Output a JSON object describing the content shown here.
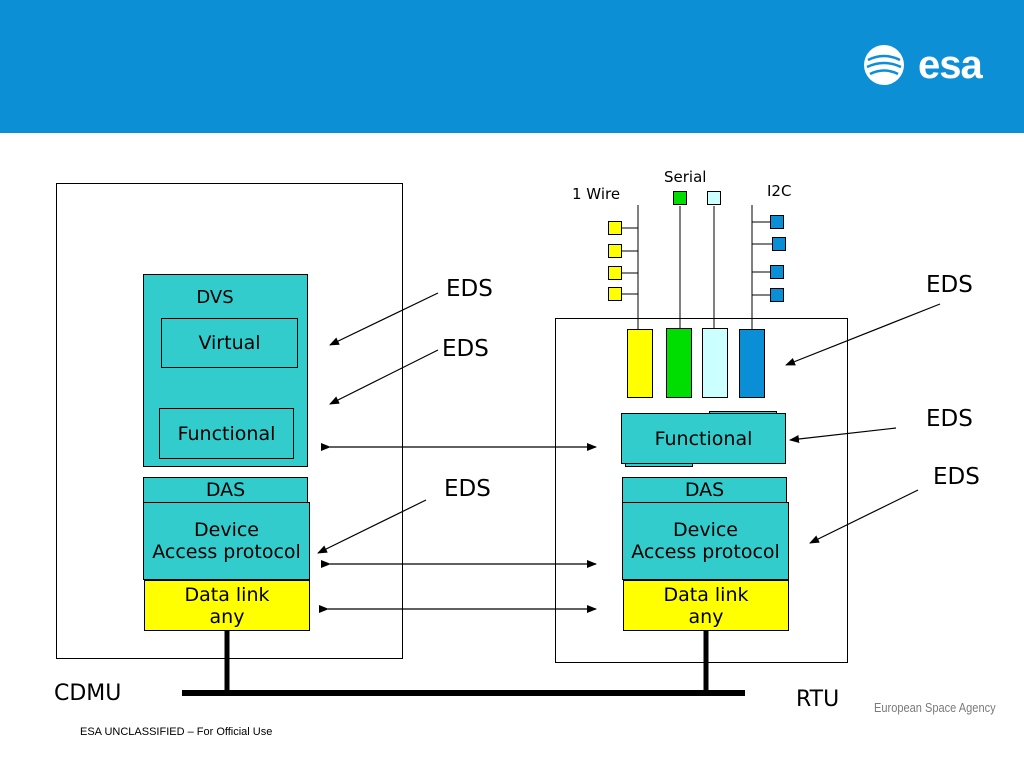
{
  "header": {
    "logo_text": "esa"
  },
  "cdmu": {
    "label": "CDMU",
    "dvs_label": "DVS",
    "virtual_label": "Virtual",
    "functional_label": "Functional",
    "das_label": "DAS",
    "device_line1": "Device",
    "device_line2": "Access protocol",
    "datalink_line1": "Data link",
    "datalink_line2": "any"
  },
  "rtu": {
    "label": "RTU",
    "functional_label": "Functional",
    "das_label": "DAS",
    "device_line1": "Device",
    "device_line2": "Access protocol",
    "datalink_line1": "Data link",
    "datalink_line2": "any"
  },
  "buses": {
    "one_wire": "1 Wire",
    "serial": "Serial",
    "i2c": "I2C"
  },
  "eds_labels": [
    "EDS",
    "EDS",
    "EDS",
    "EDS",
    "EDS",
    "EDS"
  ],
  "colors": {
    "header": "#0d8fd6",
    "teal": "#33cccc",
    "yellow": "#ffff00",
    "green": "#00dd00",
    "light_cyan": "#ccffff",
    "blue": "#0a8fd6"
  },
  "footer": {
    "classification": "ESA UNCLASSIFIED – For Official Use",
    "agency": "European Space Agency"
  }
}
